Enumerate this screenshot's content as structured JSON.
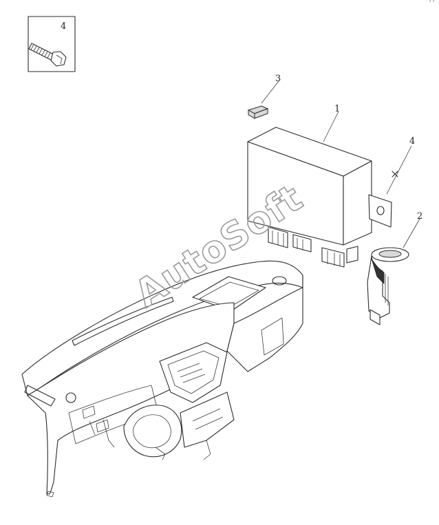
{
  "diagram": {
    "callouts": {
      "inset_bolt": "4",
      "clip": "3",
      "control_module": "1",
      "bracket_screw": "4",
      "key_reader": "2"
    },
    "watermark": "AutoSoft",
    "corner_mark": "´´"
  },
  "colors": {
    "line": "#2a2a2a",
    "watermark": "#9a9a9a",
    "background": "#ffffff"
  }
}
